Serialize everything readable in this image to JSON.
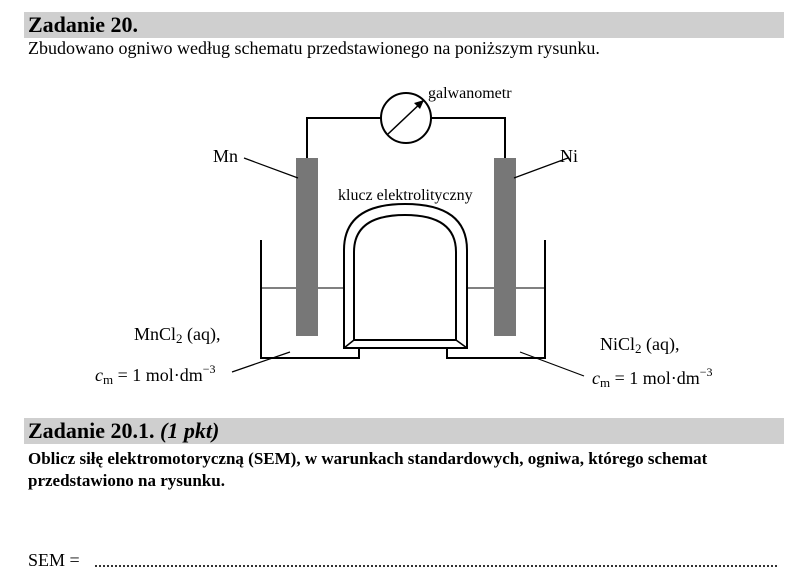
{
  "task": {
    "header": "Zadanie 20.",
    "intro": "Zbudowano ogniwo według schematu przedstawionego na poniższym rysunku."
  },
  "diagram": {
    "galvanometer_label": "galwanometr",
    "salt_bridge_label": "klucz elektrolityczny",
    "left_electrode": "Mn",
    "right_electrode": "Ni",
    "left_solution": {
      "formula": "MnCl",
      "sub": "2",
      "state": " (aq),",
      "conc_symbol": "c",
      "conc_sub": "m",
      "conc_value": " = 1 mol·dm",
      "conc_exp": "−3"
    },
    "right_solution": {
      "formula": "NiCl",
      "sub": "2",
      "state": " (aq),",
      "conc_symbol": "c",
      "conc_sub": "m",
      "conc_value": " = 1 mol·dm",
      "conc_exp": "−3"
    }
  },
  "subtask": {
    "header": "Zadanie 20.1.",
    "points": "(1 pkt)",
    "text": "Oblicz siłę elektromotoryczną (SEM), w warunkach standardowych, ogniwa, którego schemat przedstawiono na rysunku.",
    "answer_label": "SEM ="
  },
  "colors": {
    "header_bar": "#cfcfcf",
    "electrode": "#777777"
  }
}
